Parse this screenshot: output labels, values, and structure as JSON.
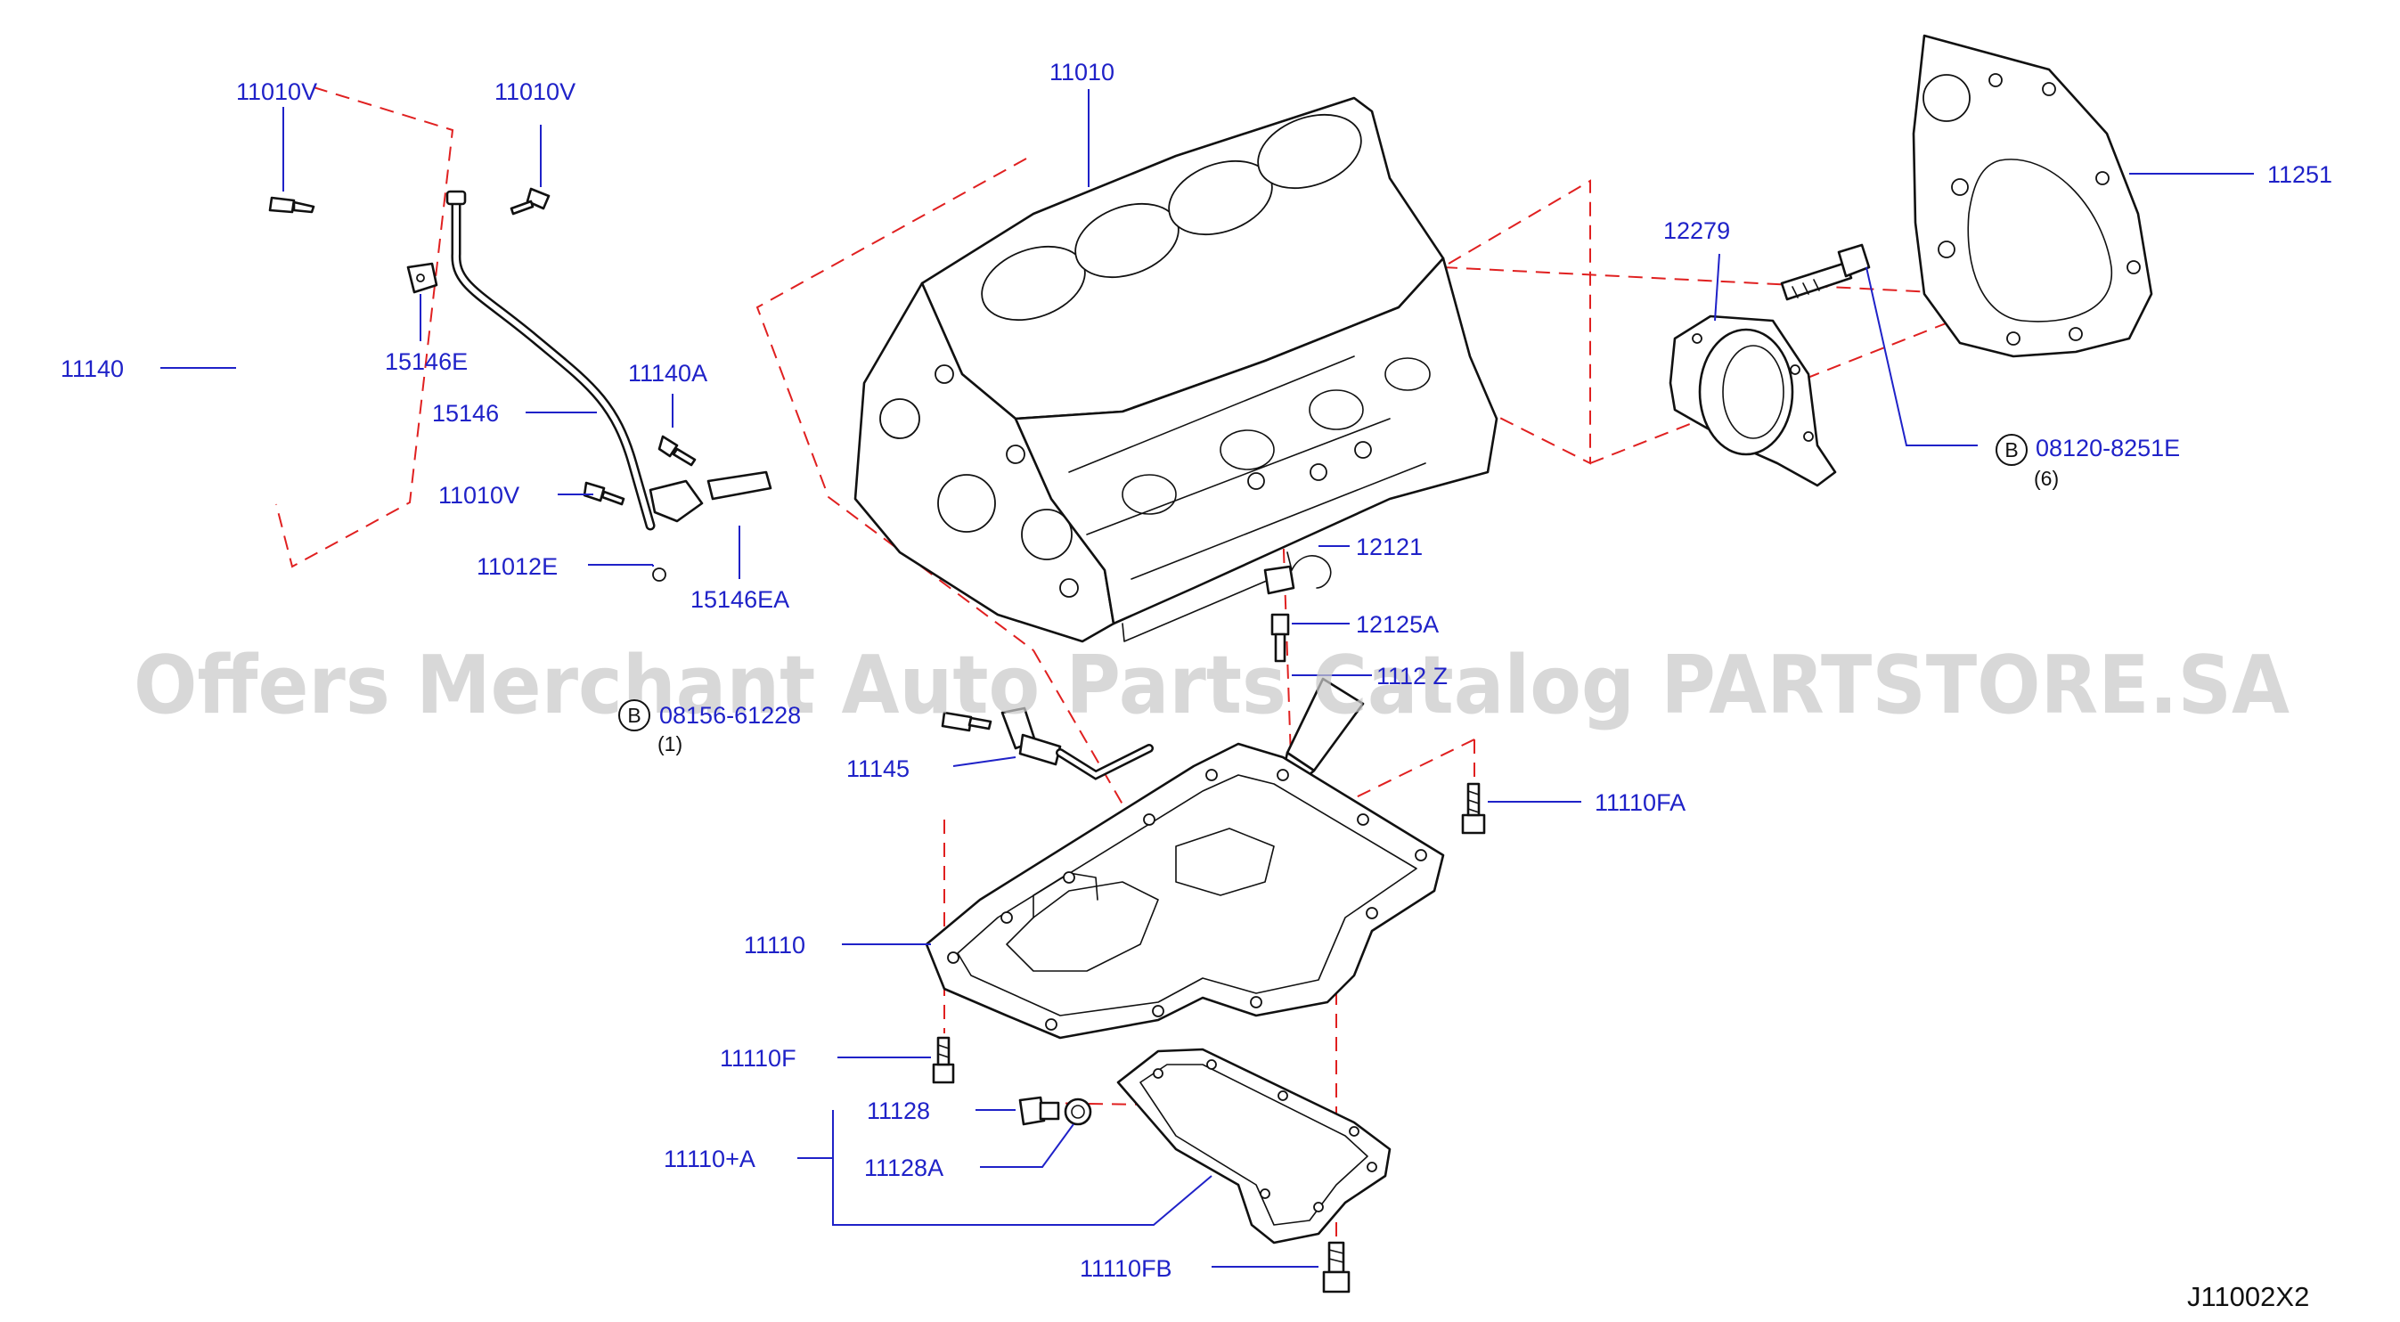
{
  "diagram_code": "J11002X2",
  "watermark": "Offers Merchant Auto Parts Catalog PARTSTORE.SA",
  "labels": {
    "p11010V_a": "11010V",
    "p11010V_b": "11010V",
    "p11010V_c": "11010V",
    "p11010": "11010",
    "p11251": "11251",
    "p12279": "12279",
    "p11140": "11140",
    "p15146E": "15146E",
    "p11140A": "11140A",
    "p15146": "15146",
    "p11012E": "11012E",
    "p15146EA": "15146EA",
    "p12121": "12121",
    "p12125A": "12125A",
    "p1112Z": "1112 Z",
    "p08156": "08156-61228",
    "p08156_qty": "(1)",
    "p11145": "11145",
    "p11110FA": "11110FA",
    "p11110": "11110",
    "p11110F": "11110F",
    "p11128": "11128",
    "p11110A": "11110+A",
    "p11128A": "11128A",
    "p11110FB": "11110FB",
    "p08120": "08120-8251E",
    "p08120_qty": "(6)",
    "bolt_mark": "B"
  },
  "colors": {
    "label": "#1f22c8",
    "dashed_line": "#e02020",
    "line_art": "#111111"
  }
}
